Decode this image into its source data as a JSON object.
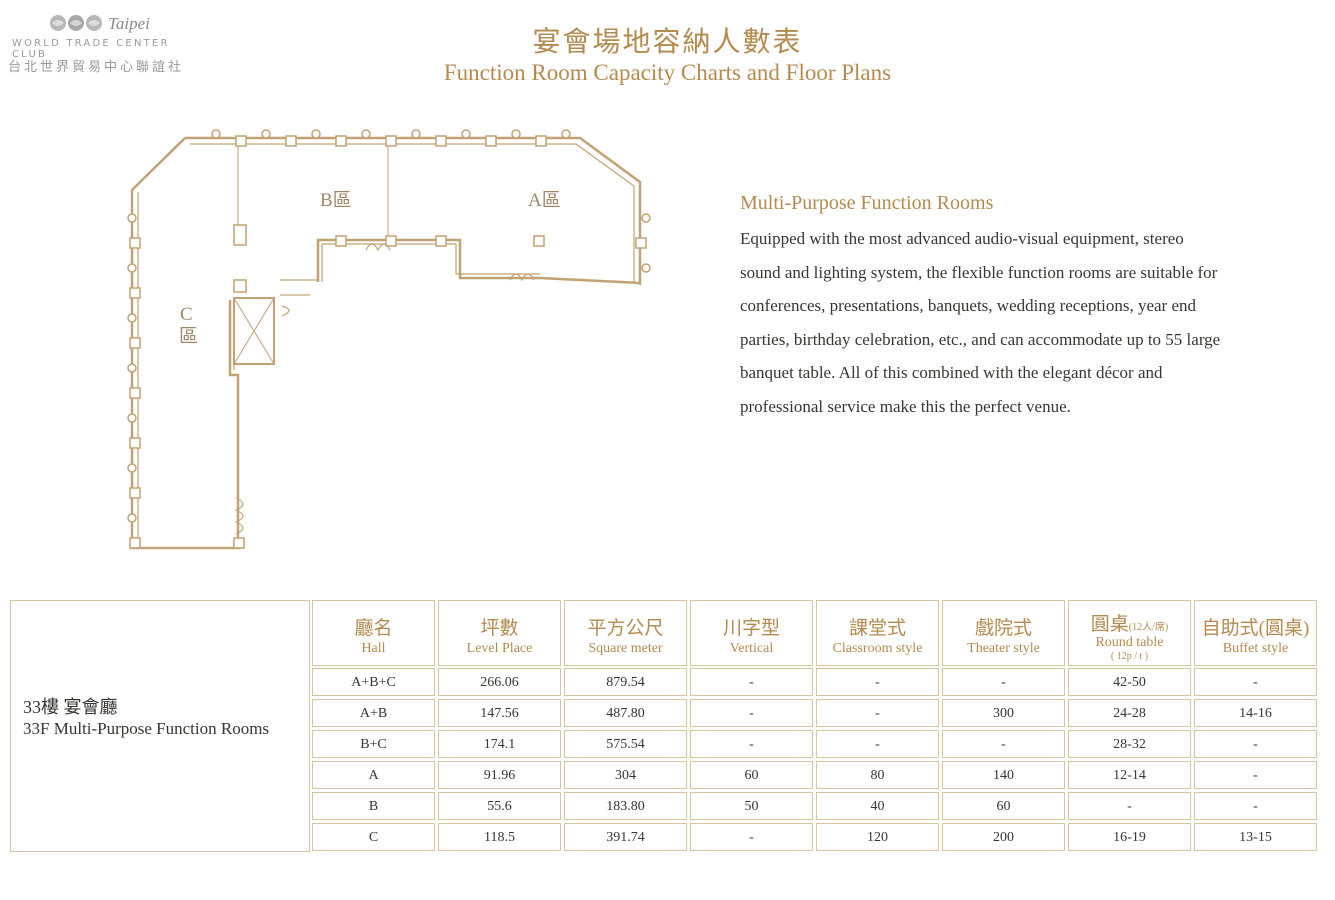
{
  "logo": {
    "script": "Taipei",
    "en": "WORLD TRADE CENTER CLUB",
    "zh": "台北世界貿易中心聯誼社"
  },
  "title_zh": "宴會場地容納人數表",
  "title_en": "Function Room Capacity Charts and Floor Plans",
  "plan_labels": {
    "a": "A區",
    "b": "B區",
    "c_top": "C",
    "c_bottom": "區"
  },
  "description": {
    "title": "Multi-Purpose Function Rooms",
    "lines": [
      "Equipped with the most advanced audio-visual equipment, stereo",
      "sound and lighting system, the flexible function rooms are suitable for",
      "conferences, presentations, banquets, wedding receptions, year end",
      "parties, birthday celebration, etc., and can accommodate up to 55 large",
      "banquet table. All of this combined with the elegant décor and",
      "professional service make this the perfect venue."
    ]
  },
  "table": {
    "floor_zh": "33樓  宴會廳",
    "floor_en": "33F Multi-Purpose Function Rooms",
    "headers": [
      {
        "zh": "廳名",
        "en": "Hall"
      },
      {
        "zh": "坪數",
        "en": "Level Place"
      },
      {
        "zh": "平方公尺",
        "en": "Square meter"
      },
      {
        "zh": "川字型",
        "en": "Vertical"
      },
      {
        "zh": "課堂式",
        "en": "Classroom style"
      },
      {
        "zh": "戲院式",
        "en": "Theater style"
      },
      {
        "zh": "圓桌",
        "zh_small": "(12人/席)",
        "en": "Round table",
        "en_small": "( 12p / t )"
      },
      {
        "zh": "自助式(圓桌)",
        "en": "Buffet style"
      }
    ],
    "rows": [
      [
        "A+B+C",
        "266.06",
        "879.54",
        "-",
        "-",
        "-",
        "42-50",
        "-"
      ],
      [
        "A+B",
        "147.56",
        "487.80",
        "-",
        "-",
        "300",
        "24-28",
        "14-16"
      ],
      [
        "B+C",
        "174.1",
        "575.54",
        "-",
        "-",
        "-",
        "28-32",
        "-"
      ],
      [
        "A",
        "91.96",
        "304",
        "60",
        "80",
        "140",
        "12-14",
        "-"
      ],
      [
        "B",
        "55.6",
        "183.80",
        "50",
        "40",
        "60",
        "-",
        "-"
      ],
      [
        "C",
        "118.5",
        "391.74",
        "-",
        "120",
        "200",
        "16-19",
        "13-15"
      ]
    ]
  },
  "colors": {
    "accent": "#b48a4e",
    "border": "#d9c4a0",
    "text": "#3a3530"
  }
}
